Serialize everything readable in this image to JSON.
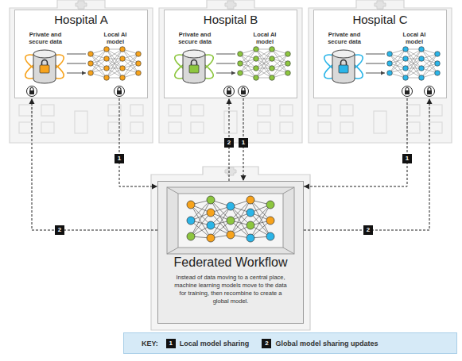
{
  "diagram": {
    "nodes": [
      {
        "text": [
          "Hospital A",
          "Private and secure data",
          "Local AI model"
        ]
      },
      {
        "text": [
          "Hospital B",
          "Private and secure data",
          "Local AI model"
        ]
      },
      {
        "text": [
          "Hospital C",
          "Private and secure data",
          "Local AI model"
        ]
      },
      {
        "text": [
          "Federated Workflow",
          "Instead of data moving to a central place, machine learning models move to the data for training, then recombine to create a global model."
        ]
      }
    ],
    "edges": [
      {
        "from": 0,
        "to": 3,
        "label": "1",
        "arrow": "to"
      },
      {
        "from": 3,
        "to": 0,
        "label": "2",
        "arrow": "to"
      },
      {
        "from": 1,
        "to": 3,
        "label": "1",
        "arrow": "to"
      },
      {
        "from": 3,
        "to": 1,
        "label": "2",
        "arrow": "to"
      },
      {
        "from": 2,
        "to": 3,
        "label": "1",
        "arrow": "to"
      },
      {
        "from": 3,
        "to": 2,
        "label": "2",
        "arrow": "to"
      }
    ],
    "labels": [
      "KEY:",
      "1",
      "2"
    ],
    "legend": [
      {
        "text": "Local model sharing"
      },
      {
        "text": "Global model sharing updates"
      }
    ]
  }
}
